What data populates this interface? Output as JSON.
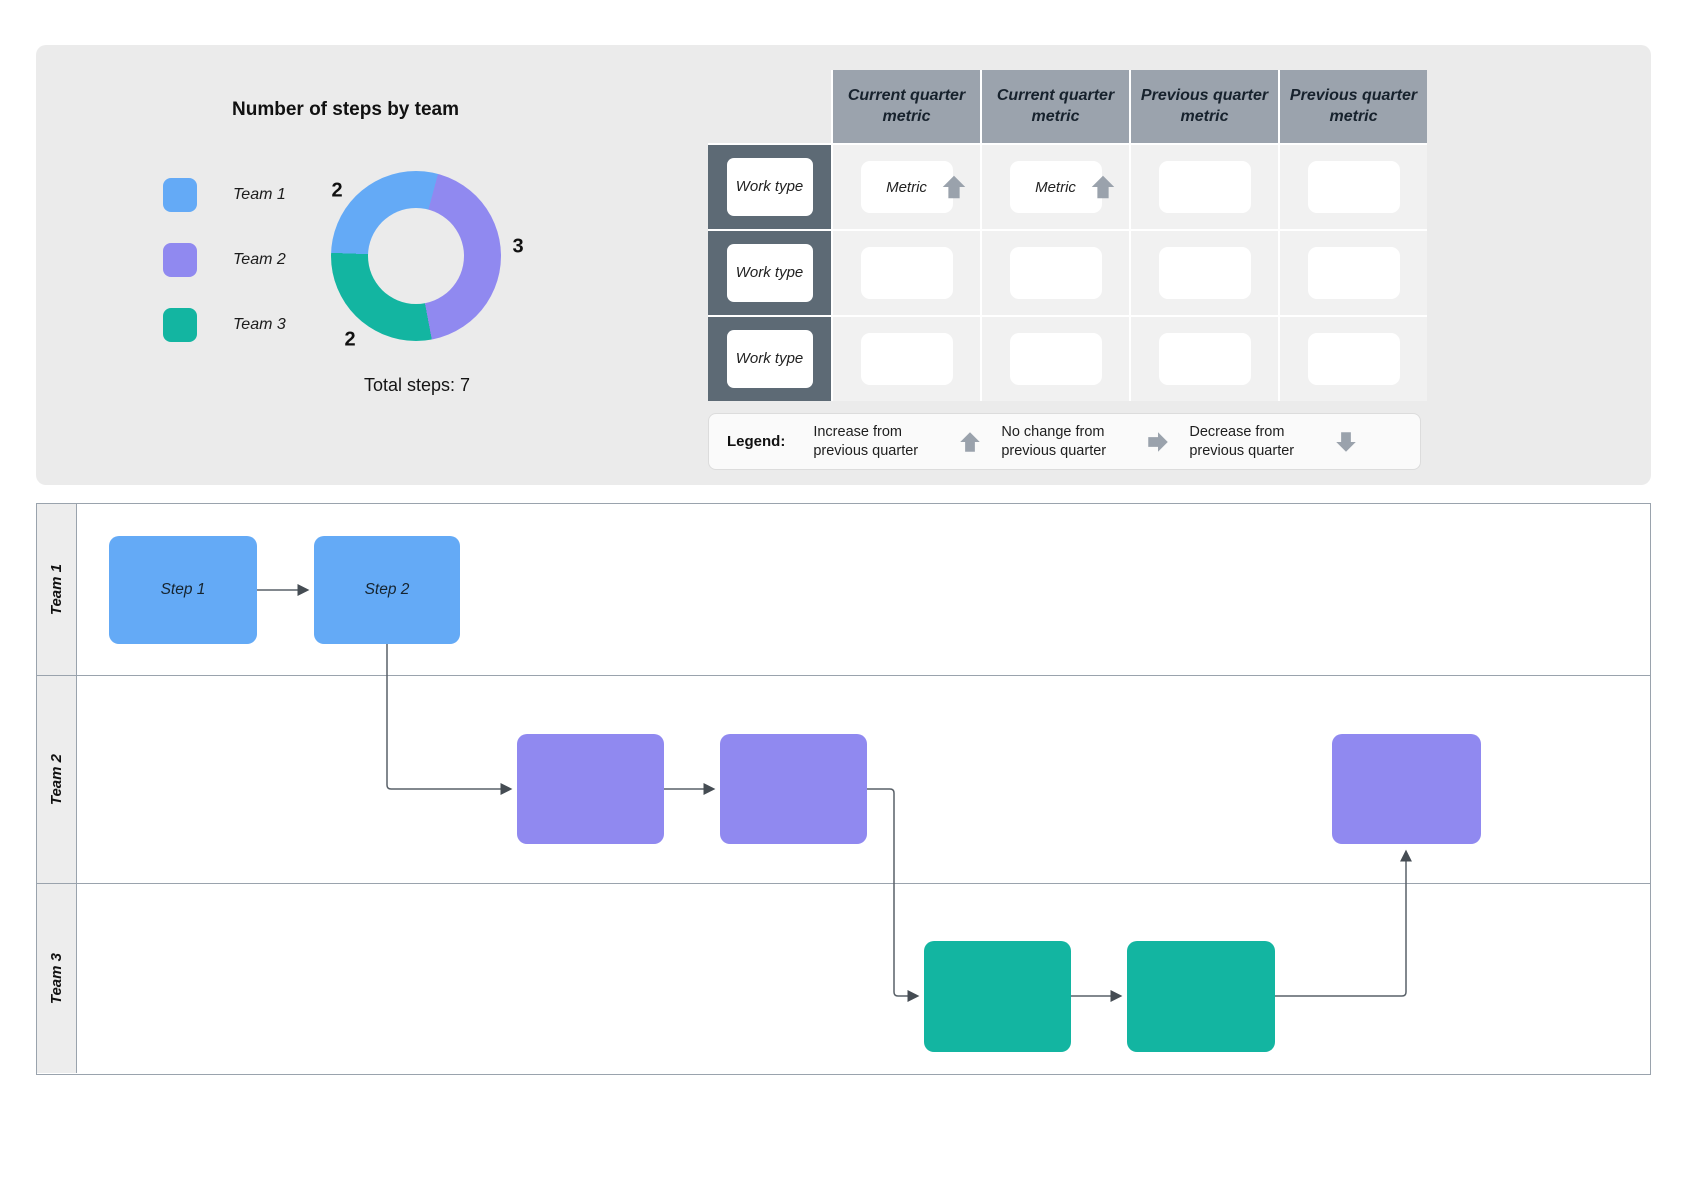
{
  "colors": {
    "panel_bg": "#ebebeb",
    "team1_blue": "#64aaf6",
    "team2_purple": "#9089f0",
    "team3_teal": "#13b5a1",
    "table_header_bg": "#9ba3ad",
    "table_rowheader_bg": "#5d6a75",
    "arrow_gray": "#9aa2ac",
    "connector": "#596068"
  },
  "chart_data": {
    "type": "donut",
    "title": "Number of steps by team",
    "categories": [
      "Team 1",
      "Team 2",
      "Team 3"
    ],
    "values": [
      2,
      3,
      2
    ],
    "colors": [
      "#64aaf6",
      "#9089f0",
      "#13b5a1"
    ],
    "total": 7,
    "total_label": "Total steps: 7",
    "legend_position": "left",
    "start_angle_deg": 15,
    "draw_order": [
      1,
      2,
      0
    ]
  },
  "metrics_table": {
    "column_headers": [
      "Current quarter metric",
      "Current quarter metric",
      "Previous quarter metric",
      "Previous quarter metric"
    ],
    "row_header": "Work type",
    "rows": [
      {
        "cells": [
          {
            "label": "Metric",
            "arrow": "up"
          },
          {
            "label": "Metric",
            "arrow": "up"
          },
          {
            "label": ""
          },
          {
            "label": ""
          }
        ]
      },
      {
        "cells": [
          {
            "label": ""
          },
          {
            "label": ""
          },
          {
            "label": ""
          },
          {
            "label": ""
          }
        ]
      },
      {
        "cells": [
          {
            "label": ""
          },
          {
            "label": ""
          },
          {
            "label": ""
          },
          {
            "label": ""
          }
        ]
      }
    ]
  },
  "legend_bar": {
    "label": "Legend:",
    "items": [
      {
        "text": "Increase from previous quarter",
        "direction": "up"
      },
      {
        "text": "No change from previous quarter",
        "direction": "right"
      },
      {
        "text": "Decrease from previous quarter",
        "direction": "down"
      }
    ]
  },
  "swimlanes": {
    "lanes": [
      {
        "label": "Team 1"
      },
      {
        "label": "Team 2"
      },
      {
        "label": "Team 3"
      }
    ],
    "steps": [
      {
        "lane": "Team 1",
        "label": "Step 1",
        "color": "#64aaf6"
      },
      {
        "lane": "Team 1",
        "label": "Step 2",
        "color": "#64aaf6"
      },
      {
        "lane": "Team 2",
        "label": "",
        "color": "#9089f0"
      },
      {
        "lane": "Team 2",
        "label": "",
        "color": "#9089f0"
      },
      {
        "lane": "Team 2",
        "label": "",
        "color": "#9089f0"
      },
      {
        "lane": "Team 3",
        "label": "",
        "color": "#13b5a1"
      },
      {
        "lane": "Team 3",
        "label": "",
        "color": "#13b5a1"
      }
    ]
  }
}
